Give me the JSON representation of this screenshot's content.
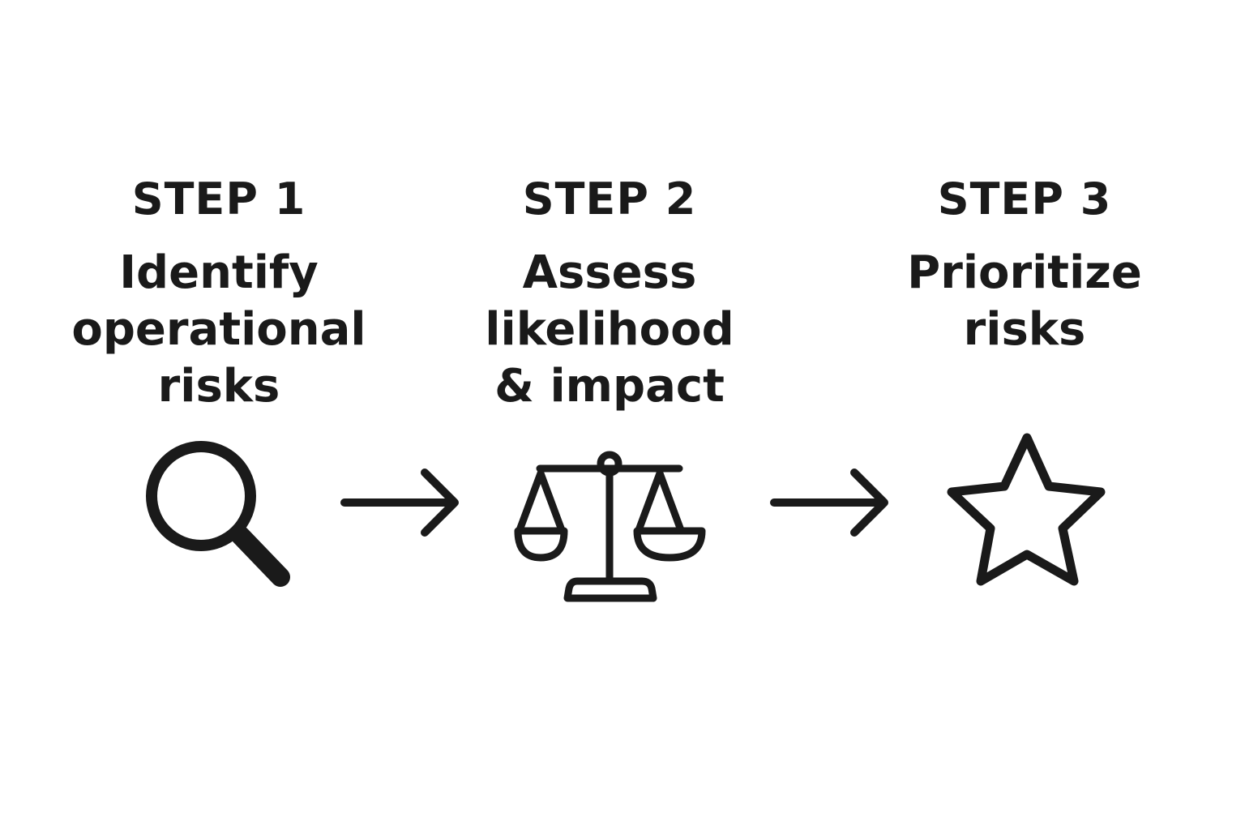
{
  "steps": [
    {
      "title": "STEP 1",
      "description_lines": [
        "Identify",
        "operational",
        "risks"
      ],
      "icon": "magnifying-glass-icon"
    },
    {
      "title": "STEP 2",
      "description_lines": [
        "Assess",
        "likelihood",
        "& impact"
      ],
      "icon": "balance-scale-icon"
    },
    {
      "title": "STEP 3",
      "description_lines": [
        "Prioritize",
        "risks"
      ],
      "icon": "star-outline-icon"
    }
  ],
  "connectors": [
    "arrow-right-icon",
    "arrow-right-icon"
  ],
  "colors": {
    "background": "#ffffff",
    "ink": "#1a1a1a"
  }
}
